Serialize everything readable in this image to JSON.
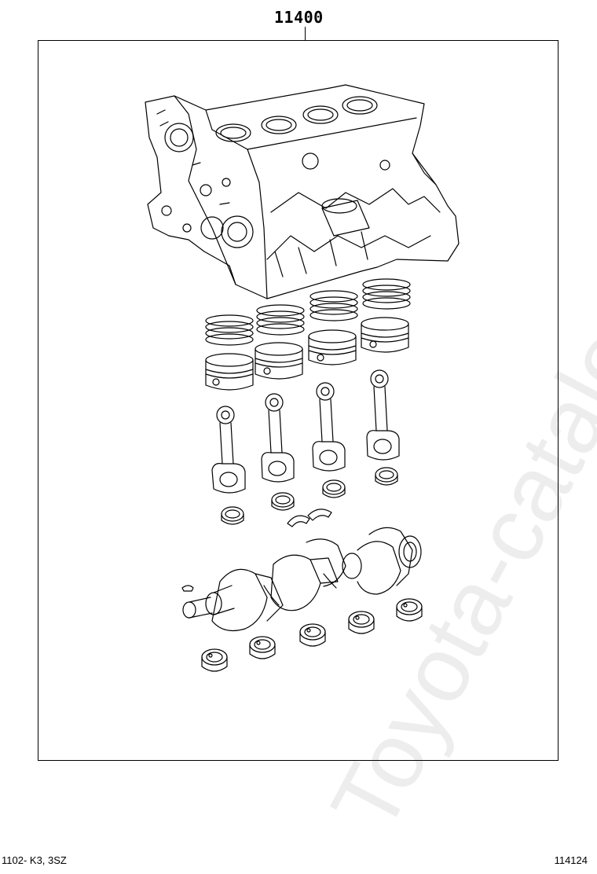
{
  "diagram": {
    "part_number": "11400",
    "watermark": "Toyota-catalog.ru"
  },
  "footer": {
    "left_code": "1102- K3, 3SZ",
    "right_code": "114124"
  },
  "colors": {
    "line": "#000000",
    "watermark": "#e6e6e6"
  },
  "components": [
    "engine-block",
    "piston-ring-set",
    "piston",
    "connecting-rod",
    "connecting-rod-bearing",
    "thrust-washer",
    "crankshaft",
    "woodruff-key",
    "crankshaft-main-bearing"
  ]
}
